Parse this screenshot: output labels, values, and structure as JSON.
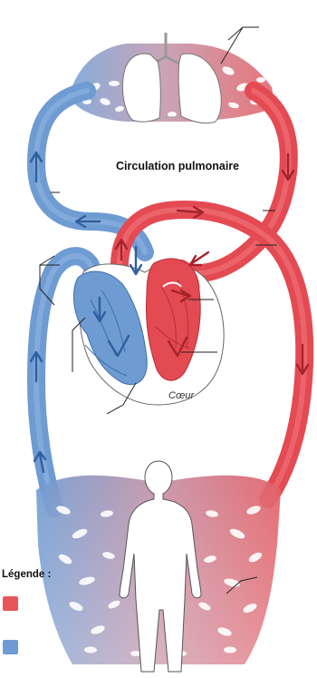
{
  "diagram": {
    "title": "Circulation pulmonaire",
    "heart_label": "Cœur",
    "legend_title": "Légende :",
    "legend": [
      {
        "color": "#e8565b",
        "label": ""
      },
      {
        "color": "#6e9bd2",
        "label": ""
      }
    ],
    "colors": {
      "oxygenated": "#e44a52",
      "deoxygenated": "#6a98d0",
      "capillary_mix": "#b8869e",
      "lung_fill": "#ffffff",
      "leader_line": "#222222"
    },
    "icons": [
      "lungs",
      "heart",
      "human-body",
      "capillary-network",
      "flow-arrow"
    ]
  }
}
